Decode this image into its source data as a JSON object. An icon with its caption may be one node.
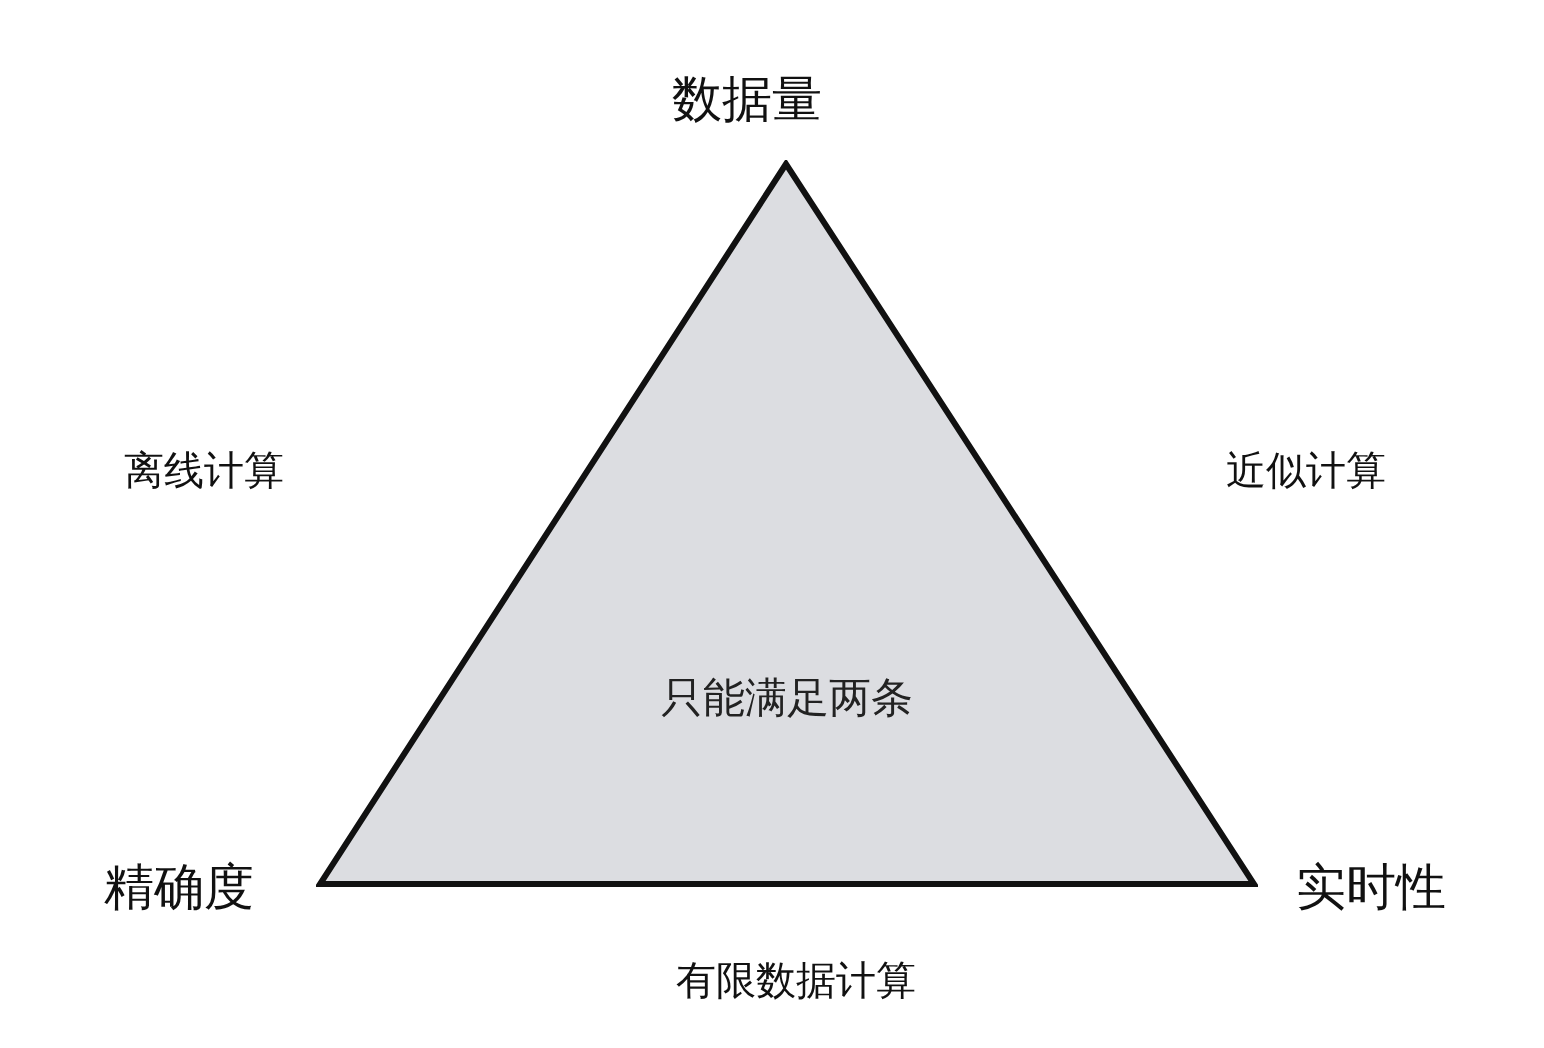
{
  "diagram": {
    "nodes": [
      {
        "text": [
          "只能满足两条"
        ]
      }
    ],
    "labels": [
      "数据量",
      "离线计算",
      "近似计算",
      "精确度",
      "实时性",
      "有限数据计算"
    ]
  }
}
